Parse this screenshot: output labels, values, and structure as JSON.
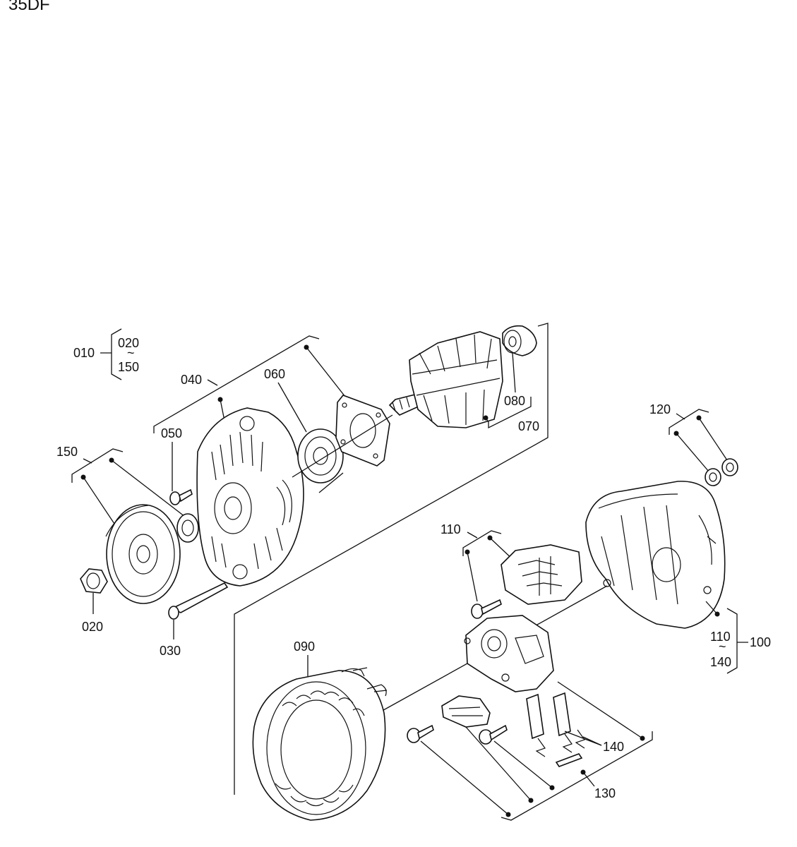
{
  "header": {
    "code": "35DF"
  },
  "callouts": {
    "c010": "010",
    "c010_range_from": "020",
    "c010_range_sep": "~",
    "c010_range_to": "150",
    "c020": "020",
    "c030": "030",
    "c040": "040",
    "c050": "050",
    "c060": "060",
    "c070": "070",
    "c080": "080",
    "c090": "090",
    "c100": "100",
    "c100_range_from": "110",
    "c100_range_sep": "~",
    "c100_range_to": "140",
    "c110": "110",
    "c120": "120",
    "c130": "130",
    "c140": "140",
    "c150": "150"
  }
}
